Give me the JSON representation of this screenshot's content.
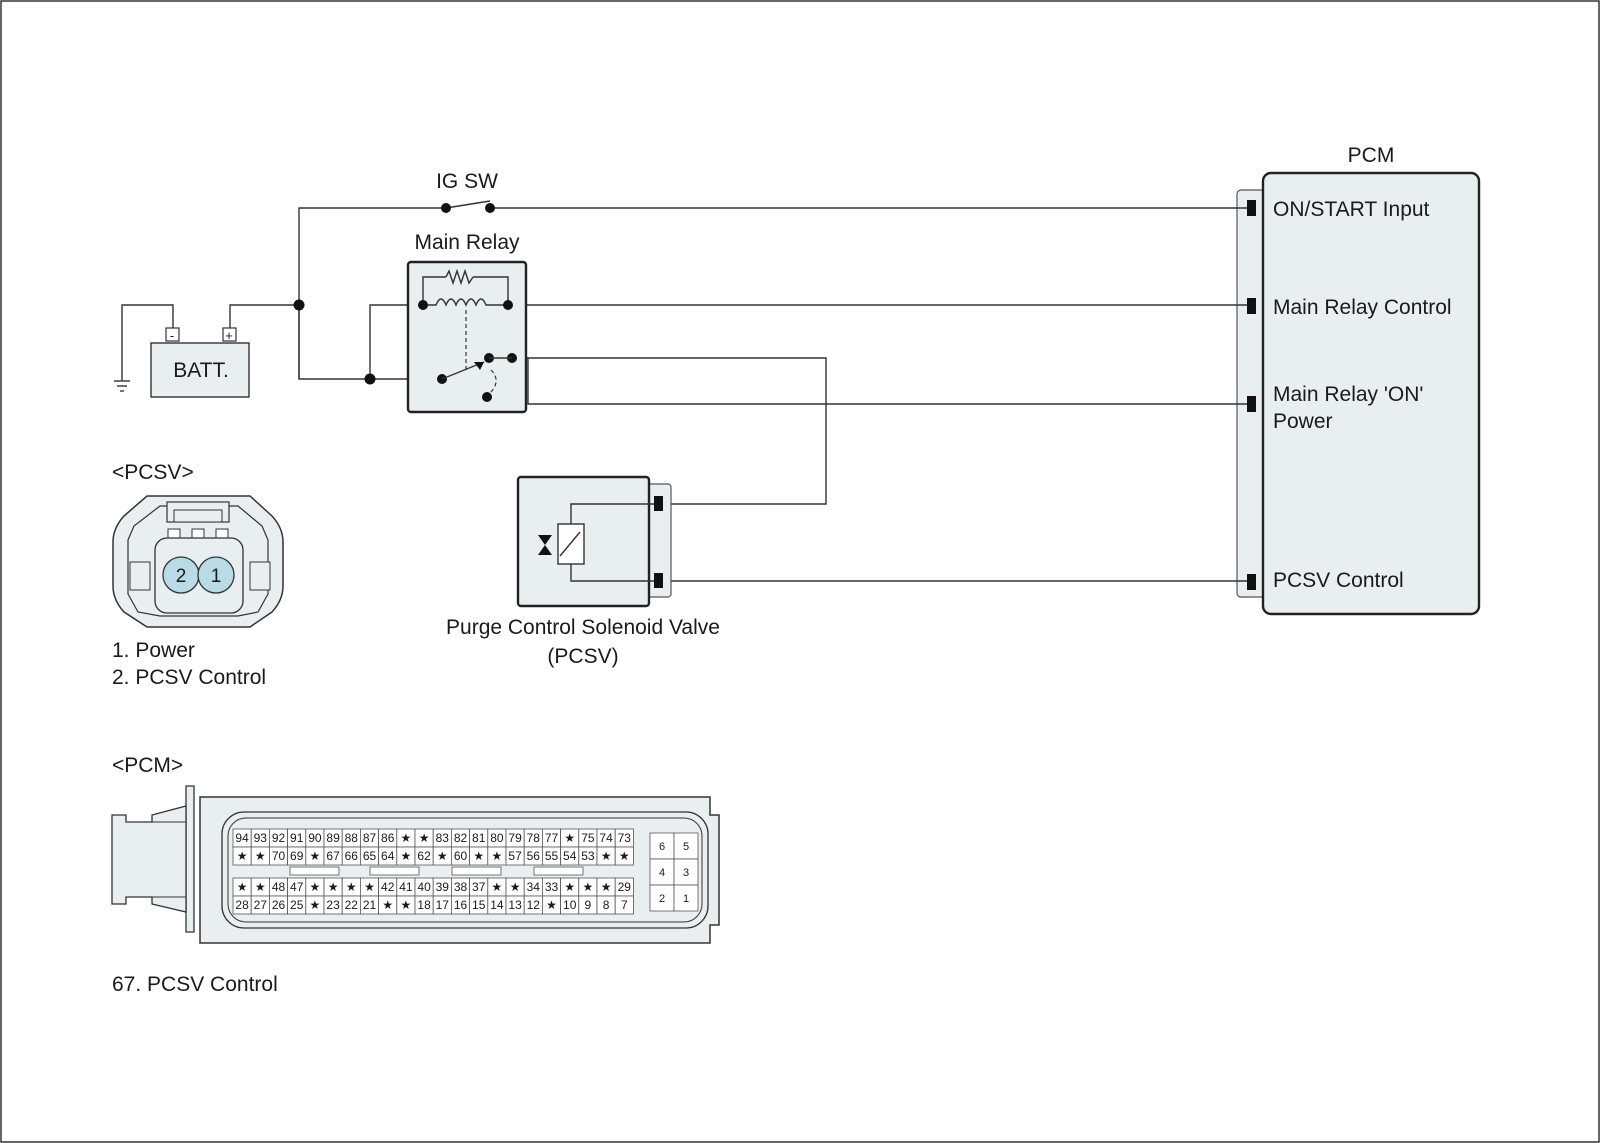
{
  "pcm": {
    "title": "PCM",
    "terminals": [
      "ON/START Input",
      "Main Relay Control",
      "Main Relay 'ON'",
      "Power",
      "PCSV Control"
    ]
  },
  "ig_sw": "IG SW",
  "main_relay": "Main Relay",
  "battery": {
    "label": "BATT.",
    "neg": "-",
    "pos": "+"
  },
  "pcsv": {
    "title_line1": "Purge Control Solenoid Valve",
    "title_line2": "(PCSV)",
    "connector_title": "<PCSV>",
    "pins": [
      "2",
      "1"
    ],
    "legend": [
      "1. Power",
      "2. PCSV Control"
    ]
  },
  "pcm_connector": {
    "title": "<PCM>",
    "legend": "67. PCSV Control",
    "highlight": "67",
    "rows": [
      [
        "94",
        "93",
        "92",
        "91",
        "90",
        "89",
        "88",
        "87",
        "86",
        "★",
        "★",
        "83",
        "82",
        "81",
        "80",
        "79",
        "78",
        "77",
        "★",
        "75",
        "74",
        "73"
      ],
      [
        "★",
        "★",
        "70",
        "69",
        "★",
        "67",
        "66",
        "65",
        "64",
        "★",
        "62",
        "★",
        "60",
        "★",
        "★",
        "57",
        "56",
        "55",
        "54",
        "53",
        "★",
        "★"
      ],
      [
        "★",
        "★",
        "48",
        "47",
        "★",
        "★",
        "★",
        "★",
        "42",
        "41",
        "40",
        "39",
        "38",
        "37",
        "★",
        "★",
        "34",
        "33",
        "★",
        "★",
        "★",
        "29"
      ],
      [
        "28",
        "27",
        "26",
        "25",
        "★",
        "23",
        "22",
        "21",
        "★",
        "★",
        "18",
        "17",
        "16",
        "15",
        "14",
        "13",
        "12",
        "★",
        "10",
        "9",
        "8",
        "7"
      ]
    ],
    "side_pins": [
      [
        "6",
        "5"
      ],
      [
        "4",
        "3"
      ],
      [
        "2",
        "1"
      ]
    ]
  }
}
